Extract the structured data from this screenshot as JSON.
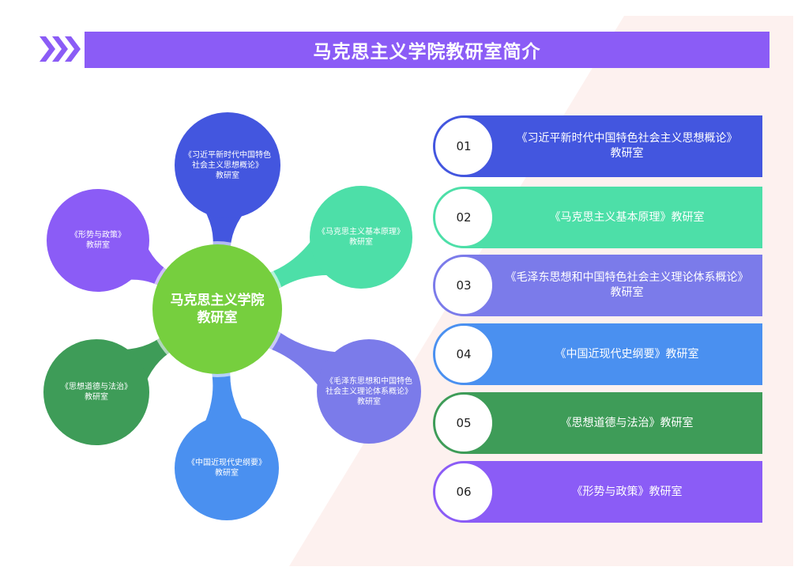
{
  "header": {
    "title": "马克思主义学院教研室简介",
    "chevron_icon": "triple-chevron-right-icon",
    "color": "#8b5cf6"
  },
  "center": {
    "line1": "马克思主义学院",
    "line2": "教研室",
    "color": "#76cf3e"
  },
  "nodes": [
    {
      "lines": [
        "《习近平新时代中国特色",
        "社会主义思想概论》",
        "教研室"
      ],
      "color": "#4356df"
    },
    {
      "lines": [
        "《马克思主义基本原理》",
        "教研室"
      ],
      "color": "#4ddfa8"
    },
    {
      "lines": [
        "《毛泽东思想和中国特色",
        "社会主义理论体系概论》",
        "教研室"
      ],
      "color": "#7b7bea"
    },
    {
      "lines": [
        "《中国近现代史纲要》",
        "教研室"
      ],
      "color": "#4a90f0"
    },
    {
      "lines": [
        "《思想道德与法治》",
        "教研室"
      ],
      "color": "#3e9c58"
    },
    {
      "lines": [
        "《形势与政策》",
        "教研室"
      ],
      "color": "#8b5cf6"
    }
  ],
  "rows": [
    {
      "num": "01",
      "lines": [
        "《习近平新时代中国特色社会主义思想概论》",
        "教研室"
      ],
      "color": "#4356df"
    },
    {
      "num": "02",
      "lines": [
        "《马克思主义基本原理》教研室"
      ],
      "color": "#4ddfa8"
    },
    {
      "num": "03",
      "lines": [
        "《毛泽东思想和中国特色社会主义理论体系概论》",
        "教研室"
      ],
      "color": "#7b7bea"
    },
    {
      "num": "04",
      "lines": [
        "《中国近现代史纲要》教研室"
      ],
      "color": "#4a90f0"
    },
    {
      "num": "05",
      "lines": [
        "《思想道德与法治》教研室"
      ],
      "color": "#3e9c58"
    },
    {
      "num": "06",
      "lines": [
        "《形势与政策》教研室"
      ],
      "color": "#8b5cf6"
    }
  ]
}
